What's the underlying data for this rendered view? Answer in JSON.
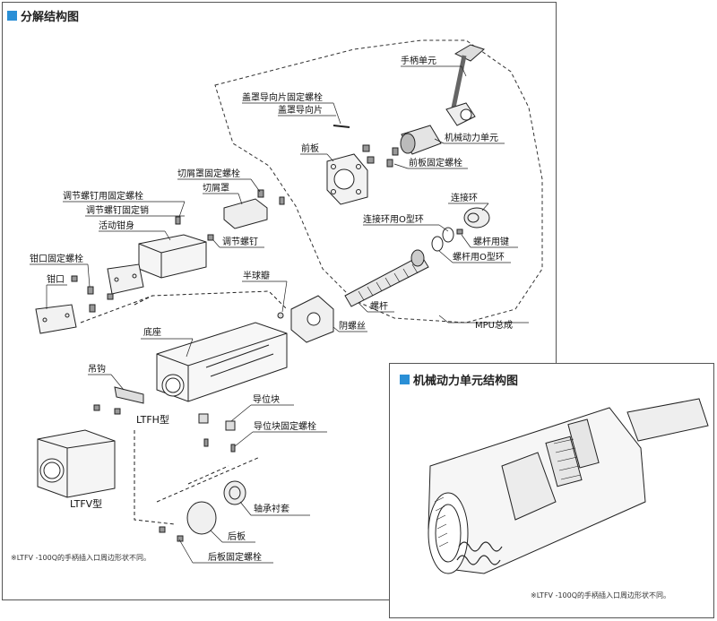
{
  "titles": {
    "main": "分解结构图",
    "inset": "机械动力单元结构图"
  },
  "labels": {
    "handle_unit": "手柄单元",
    "cover_guide_bolt": "盖罩导向片固定螺栓",
    "cover_guide": "盖罩导向片",
    "front_plate": "前板",
    "mech_power_unit": "机械动力单元",
    "front_plate_bolt": "前板固定螺栓",
    "chip_cover_bolt": "切屑罩固定螺栓",
    "chip_cover": "切屑罩",
    "adj_screw_bolt": "调节螺钉用固定螺栓",
    "adj_screw_pin": "调节螺钉固定销",
    "movable_jaw": "活动钳身",
    "adj_screw": "调节螺钉",
    "connect_ring": "连接环",
    "connect_ring_oring": "连接环用O型环",
    "screw_key": "螺杆用键",
    "screw_oring": "螺杆用O型环",
    "jaw_bolt": "钳口固定螺栓",
    "jaw": "钳口",
    "half_ball_pad": "半球瓣",
    "screw": "螺杆",
    "mpu_assembly": "MPU总成",
    "female_thread": "阴螺丝",
    "base": "底座",
    "hook": "吊钩",
    "guide_block": "导位块",
    "guide_block_bolt": "导位块固定螺栓",
    "ltfh": "LTFH型",
    "ltfv": "LTFV型",
    "bearing_bush": "轴承衬套",
    "rear_plate": "后板",
    "rear_plate_bolt": "后板固定螺栓"
  },
  "notes": {
    "main": "※LTFV -100Q的手柄插入口周边形状不同。",
    "inset": "※LTFV -100Q的手柄插入口周边形状不同。"
  },
  "colors": {
    "accent": "#2a8fd6"
  }
}
